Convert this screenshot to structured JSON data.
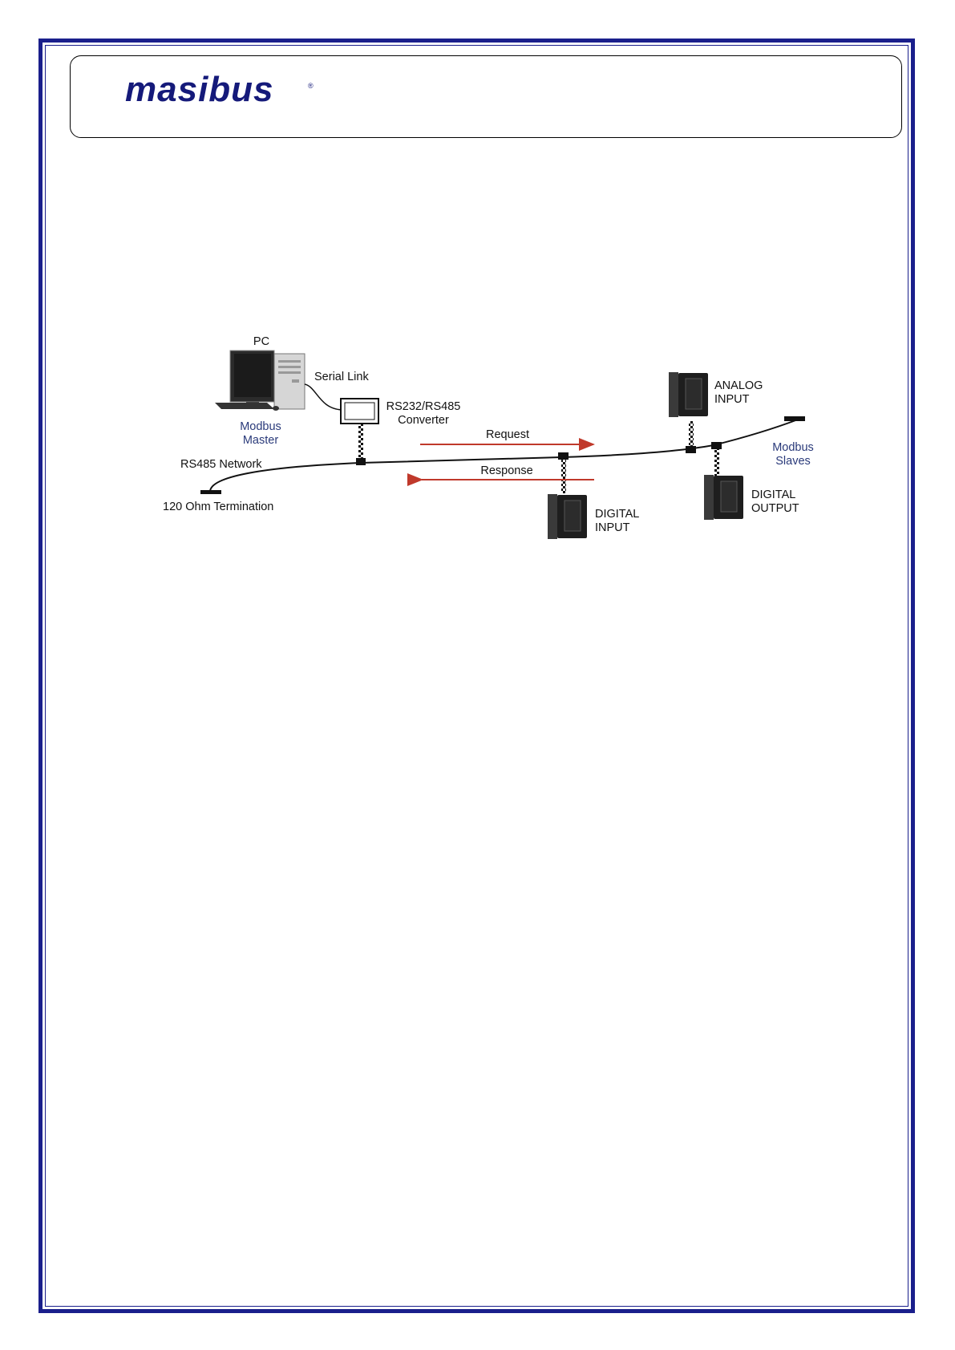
{
  "header": {
    "logo_text": "masibus",
    "logo_mark": "®"
  },
  "diagram": {
    "pc_label": "PC",
    "serial_link": "Serial Link",
    "modbus_master_1": "Modbus",
    "modbus_master_2": "Master",
    "converter_1": "RS232/RS485",
    "converter_2": "Converter",
    "request": "Request",
    "response": "Response",
    "network": "RS485 Network",
    "termination": "120 Ohm Termination",
    "analog_1": "ANALOG",
    "analog_2": "INPUT",
    "digital_in_1": "DIGITAL",
    "digital_in_2": "INPUT",
    "digital_out_1": "DIGITAL",
    "digital_out_2": "OUTPUT",
    "slaves_1": "Modbus",
    "slaves_2": "Slaves",
    "colors": {
      "arrow": "#c0392b",
      "master_text": "#2a3a7a",
      "frame": "#1a1f8c"
    }
  }
}
